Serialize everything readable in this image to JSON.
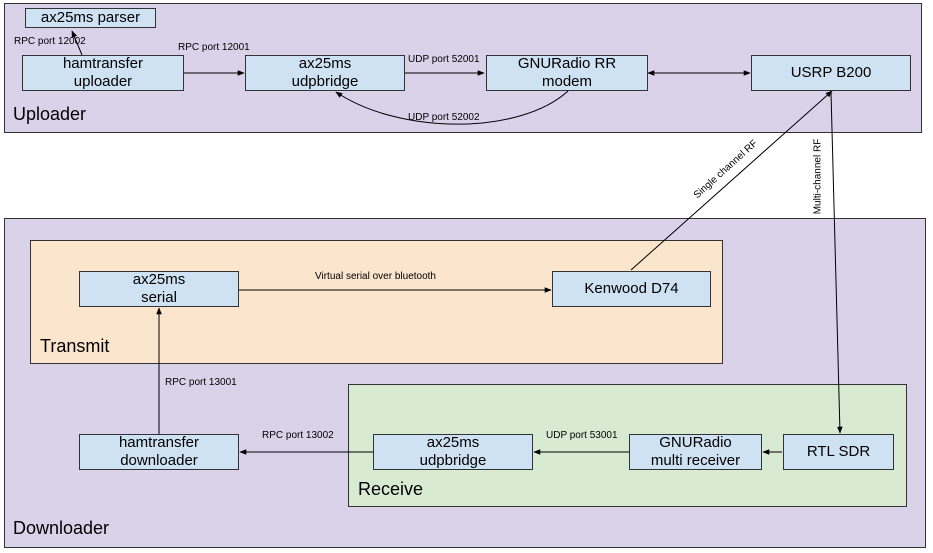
{
  "regions": {
    "uploader": "Uploader",
    "downloader": "Downloader",
    "transmit": "Transmit",
    "receive": "Receive"
  },
  "nodes": {
    "ax25ms_parser": "ax25ms parser",
    "hamtransfer_uploader": [
      "hamtransfer",
      "uploader"
    ],
    "ax25ms_udpbridge_up": [
      "ax25ms",
      "udpbridge"
    ],
    "gnuradio_rr_modem": [
      "GNURadio RR",
      "modem"
    ],
    "usrp_b200": "USRP B200",
    "ax25ms_serial": [
      "ax25ms",
      "serial"
    ],
    "kenwood_d74": "Kenwood D74",
    "hamtransfer_downloader": [
      "hamtransfer",
      "downloader"
    ],
    "ax25ms_udpbridge_down": [
      "ax25ms",
      "udpbridge"
    ],
    "gnuradio_multi_receiver": [
      "GNURadio",
      "multi receiver"
    ],
    "rtl_sdr": "RTL SDR"
  },
  "edge_labels": {
    "rpc_12002": "RPC port 12002",
    "rpc_12001": "RPC port 12001",
    "udp_52001": "UDP port 52001",
    "udp_52002": "UDP port 52002",
    "single_channel_rf": "Single channel RF",
    "multi_channel_rf": "Multi-channel RF",
    "virtual_serial": "Virtual serial over bluetooth",
    "rpc_13001": "RPC port 13001",
    "rpc_13002": "RPC port 13002",
    "udp_53001": "UDP port 53001"
  },
  "colors": {
    "uploader_bg": "#d9d2e9",
    "downloader_bg": "#d9d2e9",
    "transmit_bg": "#fce5cd",
    "receive_bg": "#d9ead3",
    "node_bg": "#cfe2f3",
    "line": "#000000"
  }
}
